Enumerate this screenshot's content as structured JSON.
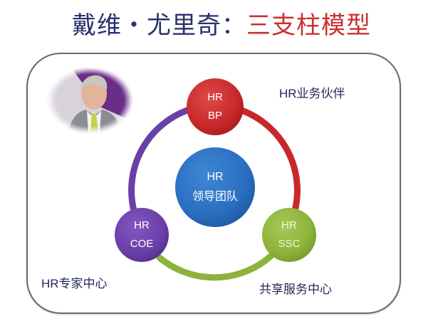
{
  "title": {
    "part1": "戴维・尤里奇：",
    "part2": "三支柱模型",
    "part1_color": "#2a2f6e",
    "part2_color": "#c8302f"
  },
  "portrait": {
    "description": "portrait photo of David Ulrich"
  },
  "nodes": {
    "bp": {
      "line1": "HR",
      "line2": "BP",
      "color": "#c8282a"
    },
    "coe": {
      "line1": "HR",
      "line2": "COE",
      "color": "#6b3fa8"
    },
    "ssc": {
      "line1": "HR",
      "line2": "SSC",
      "color": "#8db33a"
    },
    "center": {
      "line1": "HR",
      "line2": "领导团队",
      "color": "#2a6fc0"
    }
  },
  "labels": {
    "bp": "HR业务伙伴",
    "coe": "HR专家中心",
    "ssc": "共享服务中心"
  },
  "ring_segments": {
    "bp_to_ssc": "#c8282a",
    "ssc_to_coe": "#8db33a",
    "coe_to_bp": "#6b3fa8"
  }
}
